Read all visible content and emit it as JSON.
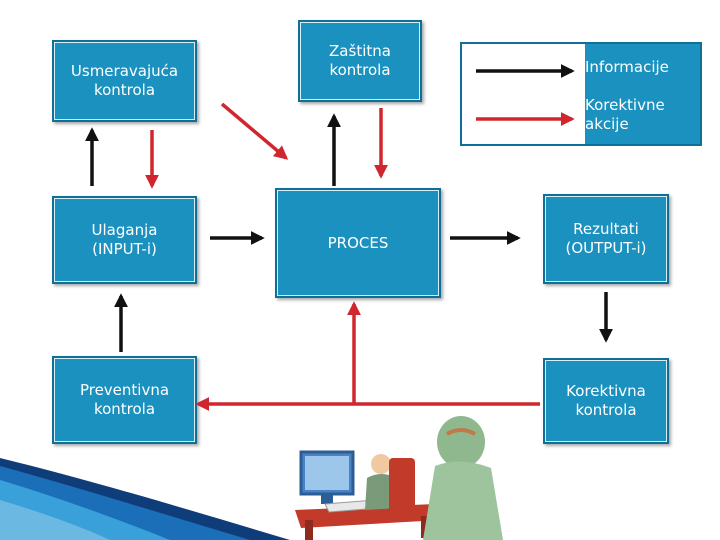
{
  "boxes": {
    "usmeravajuca": "Usmeravajuća\nkontrola",
    "zastitna": "Zaštitna\nkontrola",
    "ulaganja": "Ulaganja\n(INPUT-i)",
    "proces": "PROCES",
    "rezultati": "Rezultati\n(OUTPUT-i)",
    "preventivna": "Preventivna\nkontrola",
    "korektivna": "Korektivna\nkontrola"
  },
  "legend": {
    "information": "Informacije",
    "corrective": "Korektivne\nakcije"
  },
  "colors": {
    "box_fill": "#1b91bf",
    "info_arrow": "#111111",
    "corrective_arrow": "#d0262e"
  }
}
